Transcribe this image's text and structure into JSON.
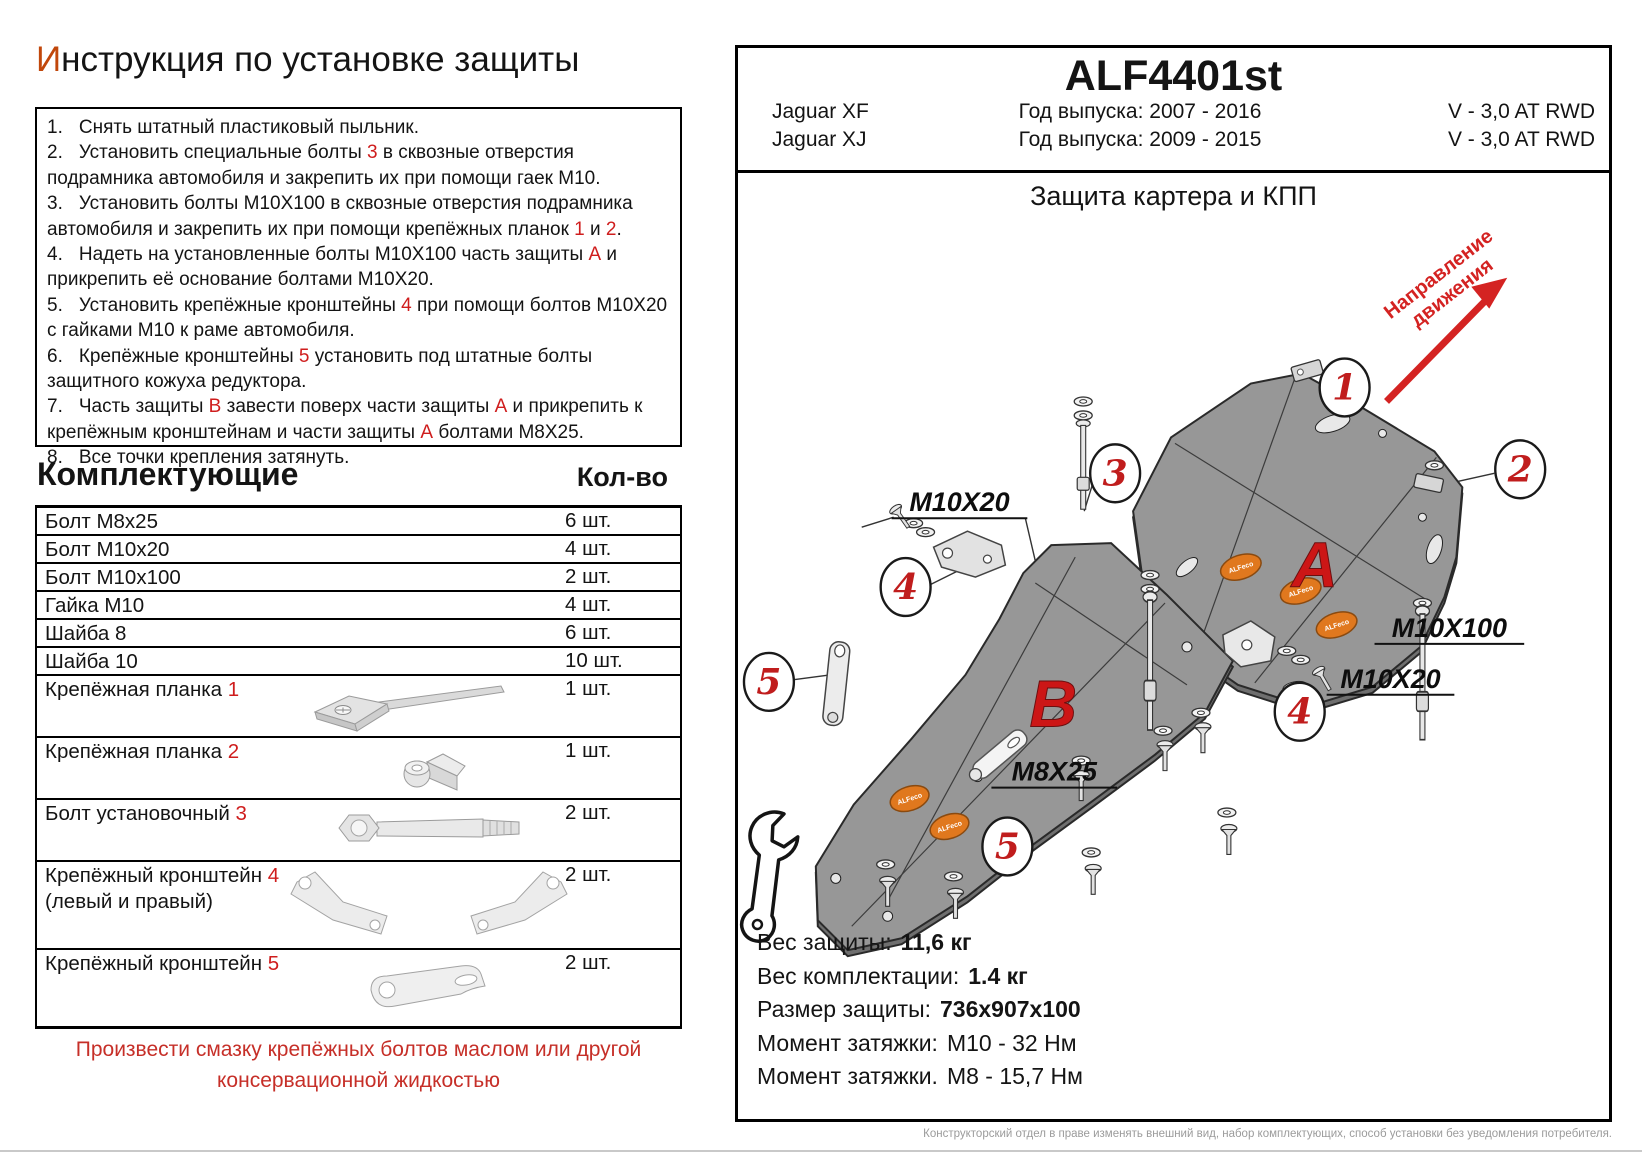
{
  "left": {
    "title_accent": "И",
    "title_rest": "нструкция по установке защиты",
    "instructions": [
      {
        "num": "1.",
        "segs": [
          {
            "t": "Снять штатный пластиковый пыльник."
          }
        ]
      },
      {
        "num": "2.",
        "segs": [
          {
            "t": "Установить специальные болты "
          },
          {
            "t": "3",
            "red": true
          },
          {
            "t": " в сквозные отверстия подрамника автомобиля и закрепить их при помощи гаек М10."
          }
        ]
      },
      {
        "num": "3.",
        "segs": [
          {
            "t": "Установить болты М10Х100 в сквозные отверстия подрамника автомобиля и закрепить их при помощи крепёжных планок "
          },
          {
            "t": "1",
            "red": true
          },
          {
            "t": " и "
          },
          {
            "t": "2",
            "red": true
          },
          {
            "t": "."
          }
        ]
      },
      {
        "num": "4.",
        "segs": [
          {
            "t": "Надеть на установленные болты М10Х100 часть защиты "
          },
          {
            "t": "А",
            "red": true
          },
          {
            "t": " и прикрепить её основание болтами М10Х20."
          }
        ]
      },
      {
        "num": "5.",
        "segs": [
          {
            "t": "Установить крепёжные кронштейны "
          },
          {
            "t": "4",
            "red": true
          },
          {
            "t": " при помощи болтов М10Х20 с гайками М10 к раме автомобиля."
          }
        ]
      },
      {
        "num": "6.",
        "segs": [
          {
            "t": "Крепёжные кронштейны "
          },
          {
            "t": "5",
            "red": true
          },
          {
            "t": " установить под штатные болты защитного кожуха редуктора."
          }
        ]
      },
      {
        "num": "7.",
        "segs": [
          {
            "t": "Часть защиты "
          },
          {
            "t": "В",
            "red": true
          },
          {
            "t": " завести поверх части защиты "
          },
          {
            "t": "А",
            "red": true
          },
          {
            "t": " и прикрепить к крепёжным кронштейнам и части защиты "
          },
          {
            "t": "А",
            "red": true
          },
          {
            "t": " болтами М8Х25."
          }
        ]
      },
      {
        "num": "8.",
        "segs": [
          {
            "t": "Все точки крепления затянуть."
          }
        ]
      }
    ],
    "components": {
      "title": "Комплектующие",
      "qty_header": "Кол-во",
      "rows": [
        {
          "segs": [
            {
              "t": "Болт М8х25"
            }
          ],
          "qty": "6 шт."
        },
        {
          "segs": [
            {
              "t": "Болт М10х20"
            }
          ],
          "qty": "4 шт."
        },
        {
          "segs": [
            {
              "t": "Болт М10х100"
            }
          ],
          "qty": "2 шт."
        },
        {
          "segs": [
            {
              "t": "Гайка М10"
            }
          ],
          "qty": "4 шт."
        },
        {
          "segs": [
            {
              "t": "Шайба 8"
            }
          ],
          "qty": "6 шт."
        },
        {
          "segs": [
            {
              "t": "Шайба 10"
            }
          ],
          "qty": "10 шт."
        },
        {
          "segs": [
            {
              "t": "Крепёжная планка "
            },
            {
              "t": "1",
              "red": true
            }
          ],
          "qty": "1 шт.",
          "img": "plate-rod"
        },
        {
          "segs": [
            {
              "t": "Крепёжная планка "
            },
            {
              "t": "2",
              "red": true
            }
          ],
          "qty": "1 шт.",
          "img": "angle-bracket"
        },
        {
          "segs": [
            {
              "t": "Болт установочный "
            },
            {
              "t": "3",
              "red": true
            }
          ],
          "qty": "2 шт.",
          "img": "install-bolt"
        },
        {
          "segs": [
            {
              "t": "Крепёжный кронштейн "
            },
            {
              "t": "4",
              "red": true
            }
          ],
          "line2": "(левый и правый)",
          "qty": "2 шт.",
          "img": "brackets-pair"
        },
        {
          "segs": [
            {
              "t": "Крепёжный кронштейн "
            },
            {
              "t": "5",
              "red": true
            }
          ],
          "qty": "2 шт.",
          "img": "strap-bracket"
        }
      ]
    },
    "lube_note_line1": "Произвести смазку крепёжных болтов маслом или другой",
    "lube_note_line2": "консервационной жидкостью"
  },
  "right": {
    "part_code": "ALF4401st",
    "vehicles": [
      {
        "model": "Jaguar XF",
        "years": "Год выпуска: 2007 - 2016",
        "spec": "V - 3,0 AT RWD"
      },
      {
        "model": "Jaguar XJ",
        "years": "Год выпуска: 2009 - 2015",
        "spec": "V - 3,0 AT RWD"
      }
    ],
    "diagram": {
      "title": "Защита картера и КПП",
      "direction_line1": "Направление",
      "direction_line2": "движения",
      "part_a": "A",
      "part_b": "B",
      "callouts": [
        "1",
        "2",
        "3",
        "4",
        "5",
        "4",
        "5"
      ],
      "labels": [
        "M10X20",
        "M10X100",
        "M10X20",
        "M8X25"
      ],
      "logo_text": "ALFeco",
      "accent_red": "#d42322",
      "plate_gray": "#979797",
      "logo_orange": "#e0781e"
    },
    "specs": [
      {
        "label": "Вес защиты:",
        "value": "11,6 кг",
        "bold": true
      },
      {
        "label": "Вес комплектации:",
        "value": "1.4 кг",
        "bold": true
      },
      {
        "label": "Размер защиты:",
        "value": "736х907х100",
        "bold": true
      },
      {
        "label": "Момент затяжки:",
        "value": "М10 - 32 Нм",
        "bold": false
      },
      {
        "label": "Момент затяжки.",
        "value": "М8 - 15,7 Нм",
        "bold": false
      }
    ],
    "disclaimer": "Конструкторский отдел в праве изменять внешний вид, набор комплектующих, способ установки без уведомления потребителя."
  }
}
